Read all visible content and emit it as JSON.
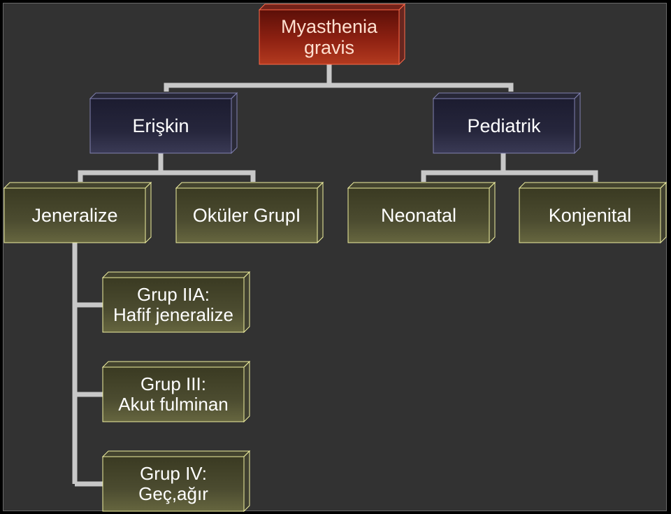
{
  "diagram": {
    "root": {
      "label": "Myasthenia\ngravis"
    },
    "branches": [
      {
        "label": "Erişkin",
        "children": [
          {
            "label": "Jeneralize",
            "children": [
              {
                "label": "Grup IIA:\nHafif jeneralize"
              },
              {
                "label": "Grup III:\nAkut fulminan"
              },
              {
                "label": "Grup IV:\nGeç,ağır"
              }
            ]
          },
          {
            "label": "Oküler GrupI"
          }
        ]
      },
      {
        "label": "Pediatrik",
        "children": [
          {
            "label": "Neonatal"
          },
          {
            "label": "Konjenital"
          }
        ]
      }
    ]
  },
  "colors": {
    "background": "#323232",
    "root_fill": "#8a1e12",
    "root_border": "#ff6a4a",
    "branch_fill": "#24243a",
    "branch_border": "#8080b0",
    "leaf_fill": "#4a4a2e",
    "leaf_border": "#f0f0a0",
    "connector": "#c8c8c8"
  }
}
